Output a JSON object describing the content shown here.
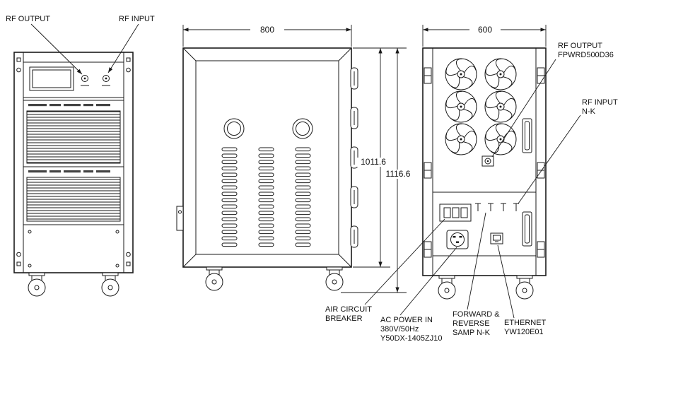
{
  "front_view": {
    "rf_output_label": "RF OUTPUT",
    "rf_input_label": "RF INPUT"
  },
  "dimensions": {
    "side_width": "800",
    "rear_width": "600",
    "body_height": "1011.6",
    "total_height": "1116.6"
  },
  "rear_callouts": {
    "rf_output": {
      "line1": "RF OUTPUT",
      "line2": "FPWRD500D36"
    },
    "rf_input": {
      "line1": "RF INPUT",
      "line2": "N-K"
    },
    "air_breaker": {
      "line1": "AIR CIRCUIT",
      "line2": "BREAKER"
    },
    "ac_power": {
      "line1": "AC POWER IN",
      "line2": "380V/50Hz",
      "line3": "Y50DX-1405ZJ10"
    },
    "forward_reverse": {
      "line1": "FORWARD &",
      "line2": "REVERSE",
      "line3": "SAMP N-K"
    },
    "ethernet": {
      "line1": "ETHERNET",
      "line2": "YW120E01"
    }
  }
}
